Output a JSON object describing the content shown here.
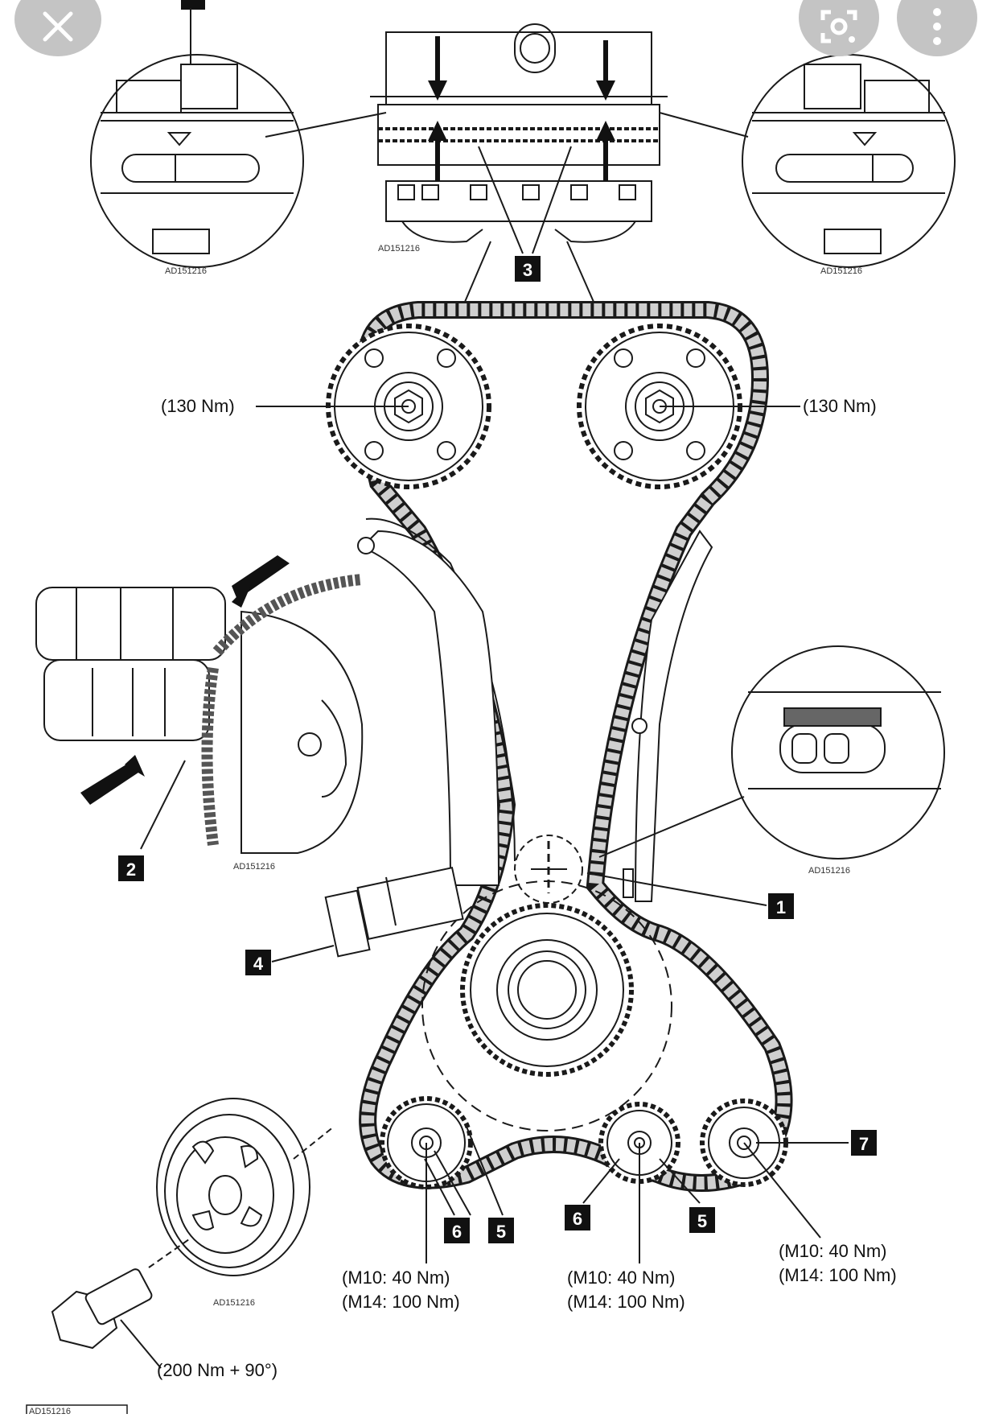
{
  "toolbar": {
    "close_icon": "close-icon",
    "lens_icon": "image-search-icon",
    "more_icon": "more-vertical-icon"
  },
  "torque": {
    "cam_left": "(130 Nm)",
    "cam_right": "(130 Nm)",
    "pulley_bolt": "(200 Nm + 90°)",
    "idler_left_line1": "(M10: 40 Nm)",
    "idler_left_line2": "(M14: 100 Nm)",
    "idler_mid_line1": "(M10: 40 Nm)",
    "idler_mid_line2": "(M14: 100 Nm)",
    "idler_right_line1": "(M10: 40 Nm)",
    "idler_right_line2": "(M14: 100 Nm)"
  },
  "callouts": {
    "c1": "1",
    "c2": "2",
    "c3": "3",
    "c4": "4",
    "c5a": "5",
    "c5b": "5",
    "c6a": "6",
    "c6b": "6",
    "c7": "7"
  },
  "figure_codes": {
    "top_left_detail": "AD151216",
    "top_center": "AD151216",
    "top_right_detail": "AD151216",
    "camshaft_detail": "AD151216",
    "tensioner_detail": "AD151216",
    "pulley_detail": "AD151216",
    "bottom_corner": "AD151216"
  },
  "colors": {
    "line": "#1a1a1a",
    "chain_fill": "#bdbdbd",
    "guide": "#2b2b2b",
    "overlay_button": "#c4c4c4",
    "callout_box": "#111111"
  }
}
